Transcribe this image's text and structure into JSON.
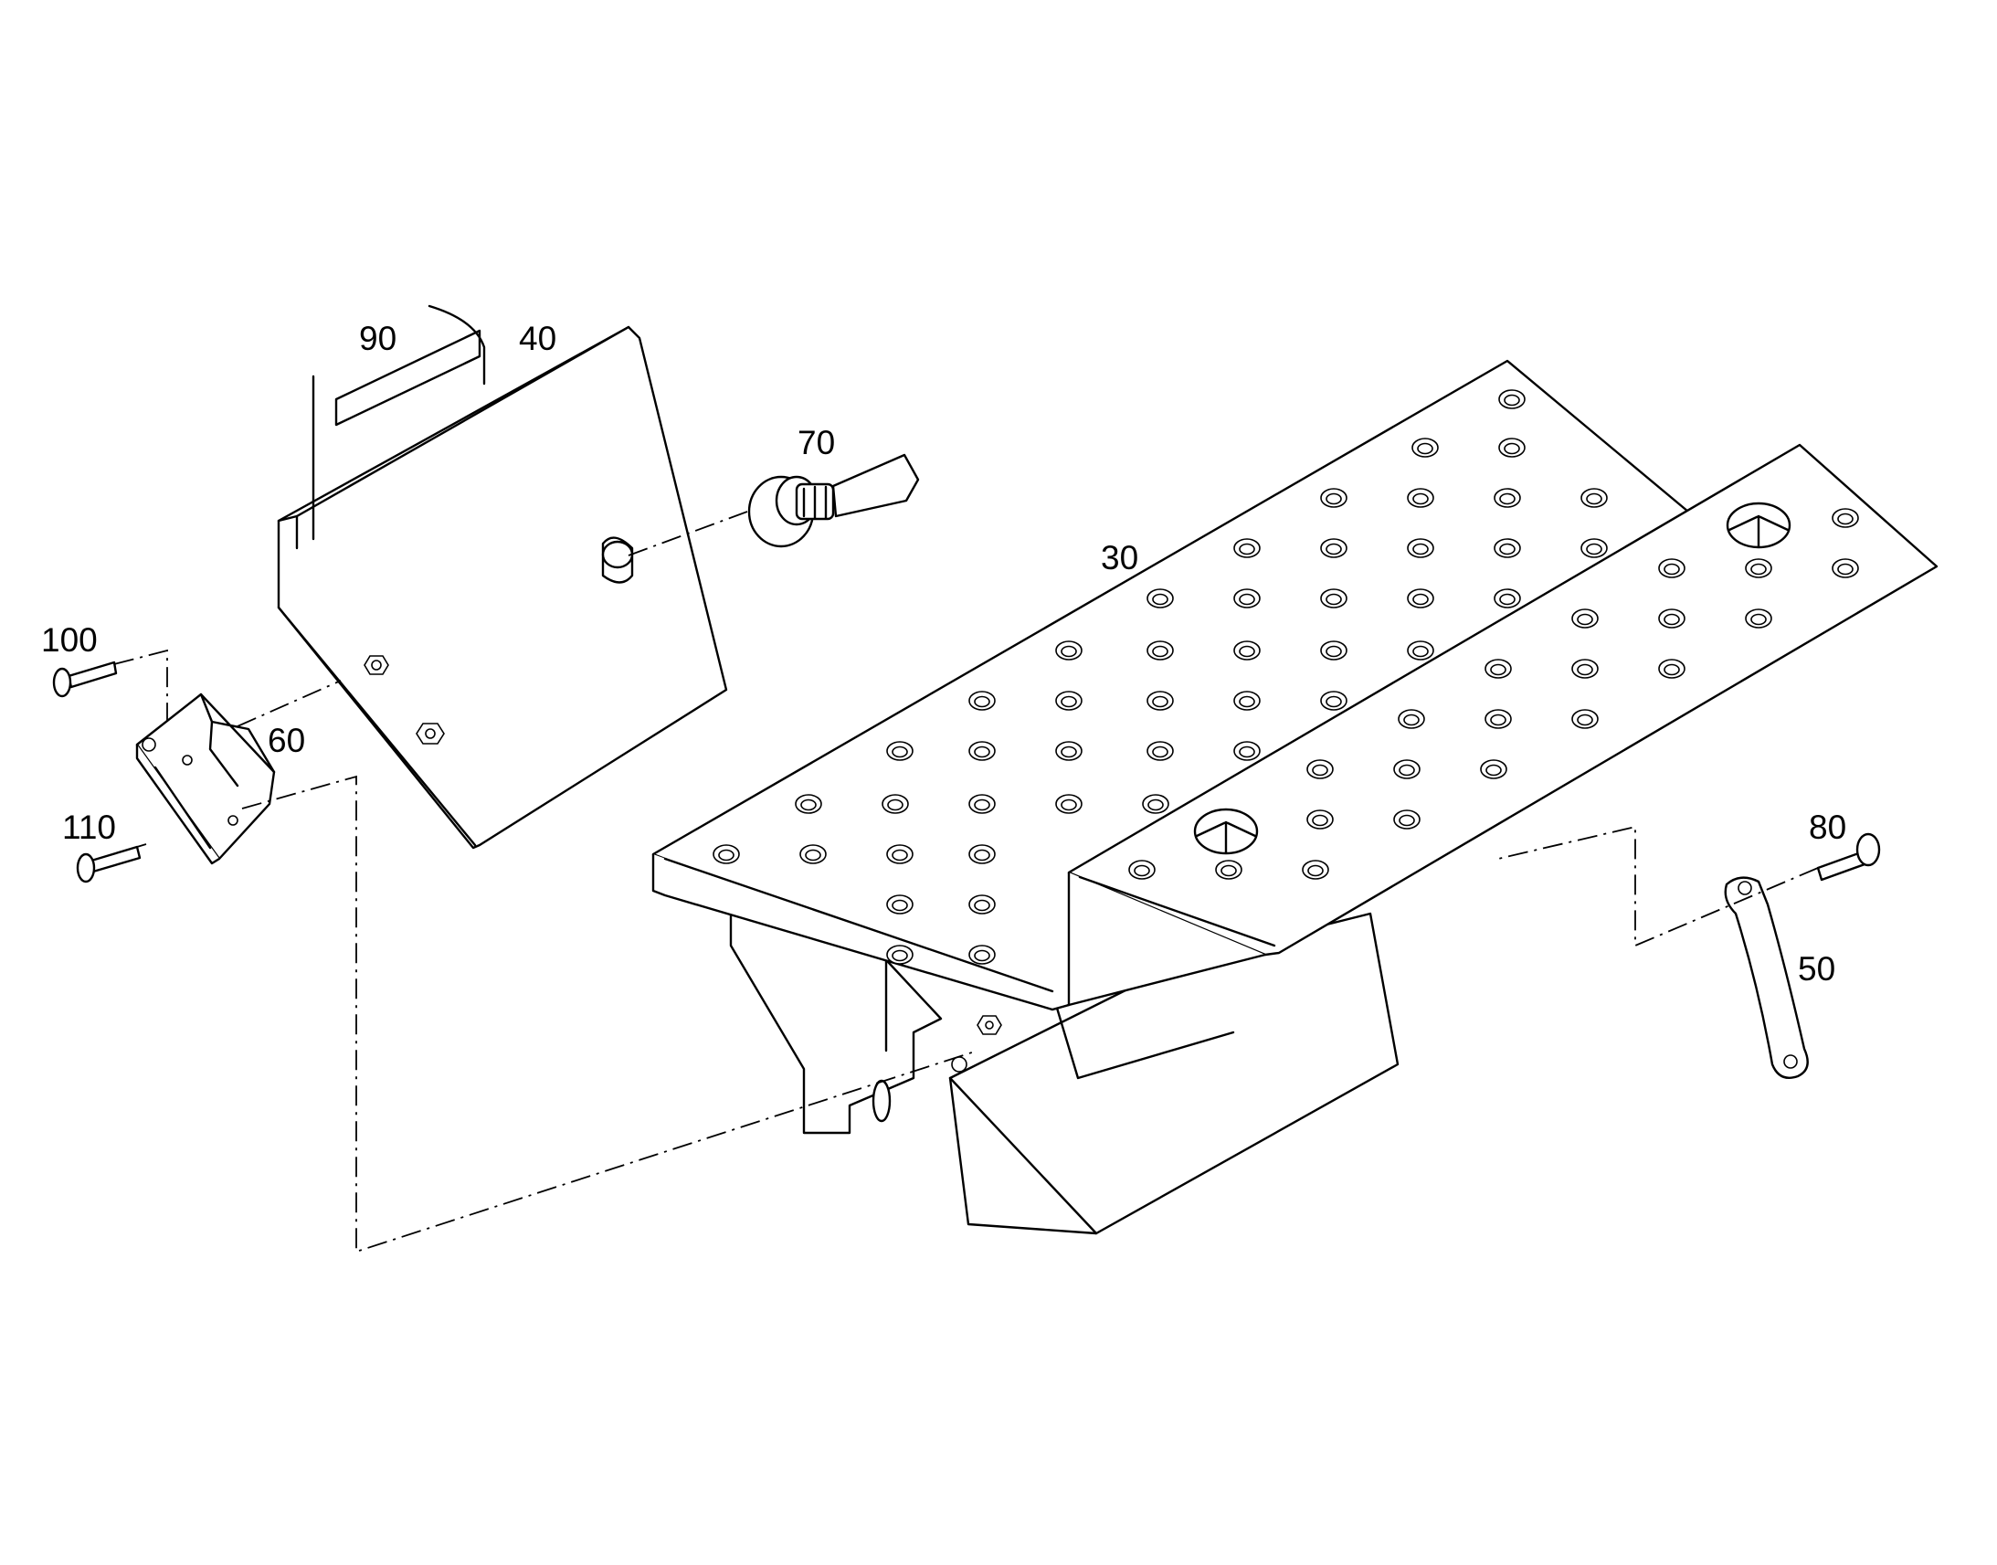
{
  "diagram": {
    "callouts": {
      "c30": "30",
      "c40": "40",
      "c50": "50",
      "c60": "60",
      "c70": "70",
      "c80": "80",
      "c90": "90",
      "c100": "100",
      "c110": "110"
    },
    "colors": {
      "line": "#000000",
      "background": "#ffffff"
    },
    "icons": [
      "dimple-hole-icon",
      "hex-nut-icon",
      "rivet-icon",
      "cam-lock-icon"
    ]
  }
}
